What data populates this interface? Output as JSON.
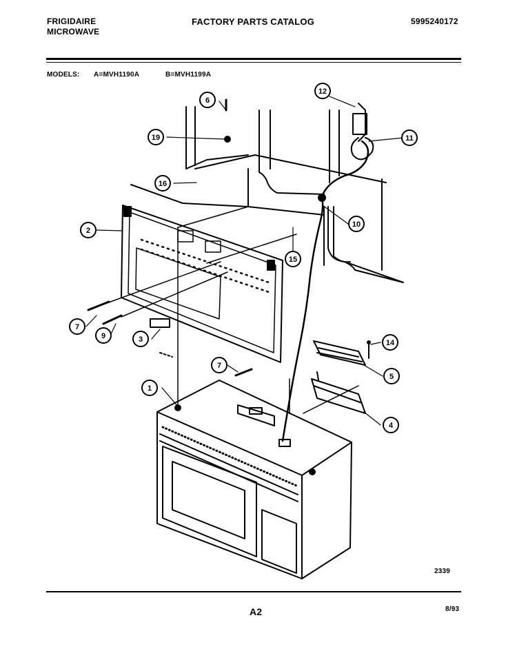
{
  "header": {
    "brand_line1": "FRIGIDAIRE",
    "brand_line2": "MICROWAVE",
    "catalog_title": "FACTORY PARTS CATALOG",
    "catalog_number": "5995240172"
  },
  "models": {
    "label": "MODELS:",
    "model_a": "A=MVH1190A",
    "model_b": "B=MVH1199A"
  },
  "callouts": [
    "1",
    "2",
    "3",
    "4",
    "5",
    "6",
    "7",
    "7",
    "9",
    "10",
    "11",
    "12",
    "14",
    "15",
    "16",
    "19"
  ],
  "figure_number": "2339",
  "page_label": "A2",
  "date_code": "8/93",
  "colors": {
    "ink": "#000000",
    "paper": "#ffffff"
  }
}
